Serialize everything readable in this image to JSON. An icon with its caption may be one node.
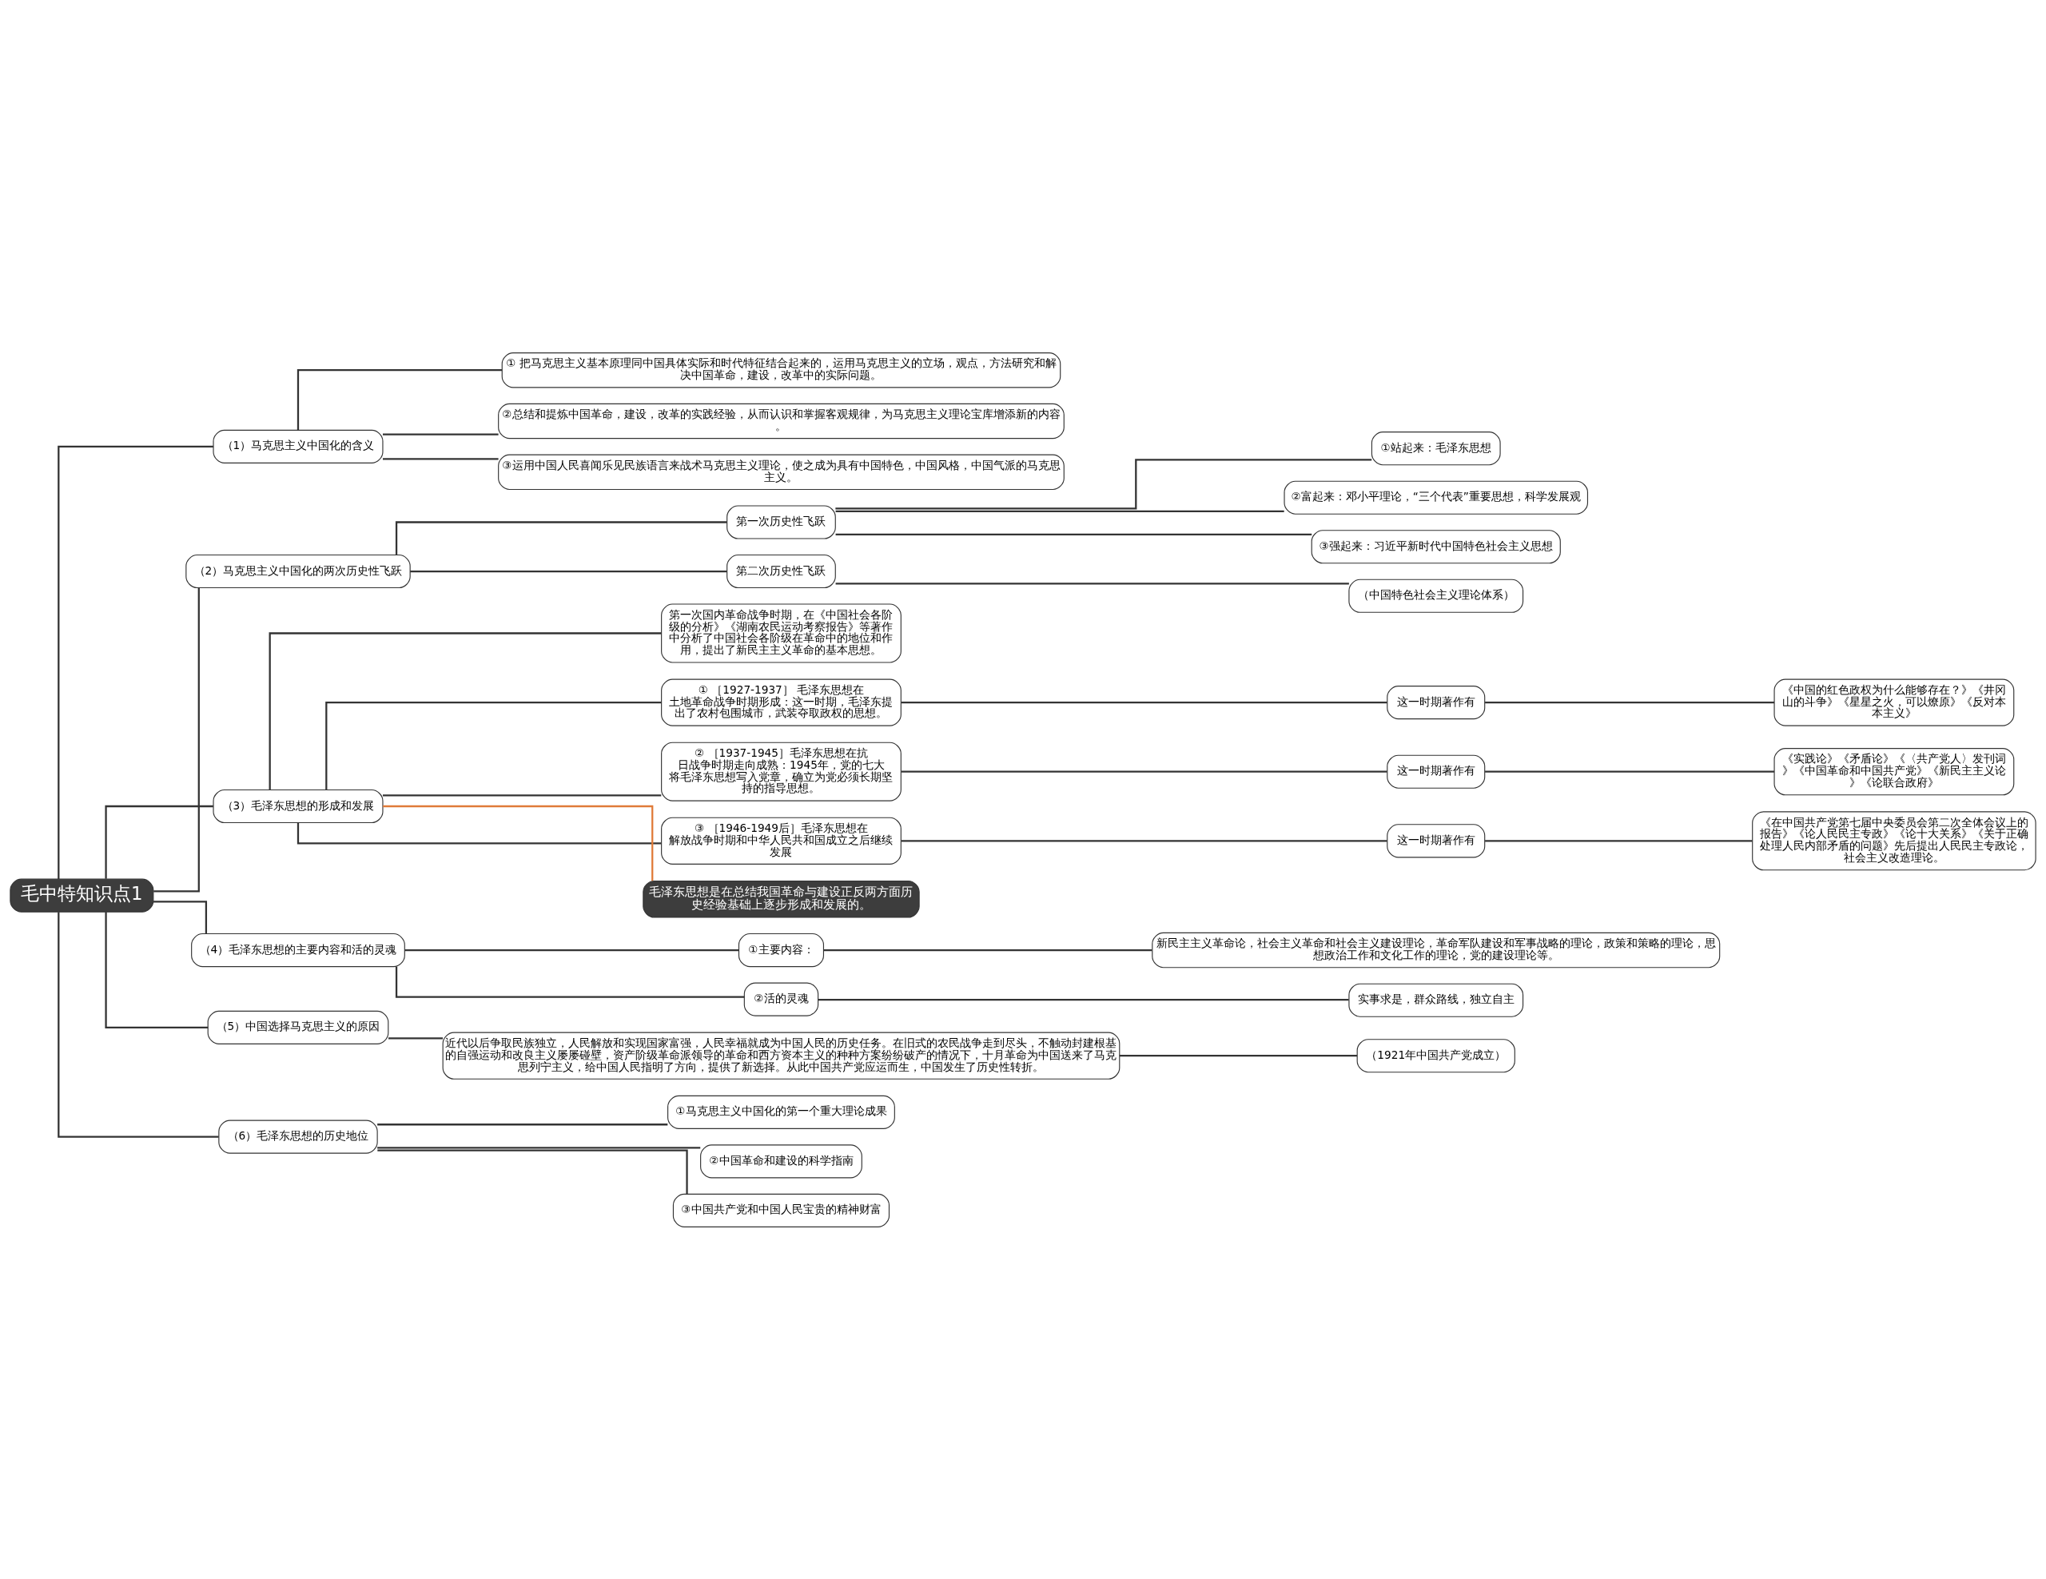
{
  "diagram": {
    "nodes": [
      {
        "text": [
          "毛中特知识点1"
        ]
      },
      {
        "text": [
          "（1）马克思主义中国化的含义"
        ]
      },
      {
        "text": [
          "① 把马克思主义基本原理同中国具体实际和时代特征结合起来的，运用马克思主义的立场，观点，方法研究和解决中国革命，建设，改革中的实际问题。"
        ]
      },
      {
        "text": [
          "②总结和提炼中国革命，建设，改革的实践经验，从而认识和掌握客观规律，为马克思主义理论宝库增添新的内容。"
        ]
      },
      {
        "text": [
          "③运用中国人民喜闻乐见民族语言来战术马克思主义理论，使之成为具有中国特色，中国风格，中国气派的马克思主义。"
        ]
      },
      {
        "text": [
          "（2）马克思主义中国化的两次历史性飞跃"
        ]
      },
      {
        "text": [
          "第一次历史性飞跃"
        ]
      },
      {
        "text": [
          "①站起来：毛泽东思想"
        ]
      },
      {
        "text": [
          "②富起来：邓小平理论，“三个代表”重要思想，科学发展观"
        ]
      },
      {
        "text": [
          "③强起来：习近平新时代中国特色社会主义思想"
        ]
      },
      {
        "text": [
          "第二次历史性飞跃"
        ]
      },
      {
        "text": [
          "（中国特色社会主义理论体系）"
        ]
      },
      {
        "text": [
          "（3）毛泽东思想的形成和发展"
        ]
      },
      {
        "text": [
          "第一次国内革命战争时期，在《中国社会各阶级的分析》《湖南农民运动考察报告》等著作中分析了中国社会各阶级在革命中的地位和作用，提出了新民主主义革命的基本思想。"
        ]
      },
      {
        "text": [
          "① ［1927-1937］ 毛泽东思想在土地革命战争时期形成：这一时期，毛泽东提出了农村包围城市，武装夺取政权的思想。"
        ]
      },
      {
        "text": [
          "这一时期著作有"
        ]
      },
      {
        "text": [
          "《中国的红色政权为什么能够存在？》《井冈山的斗争》《星星之火，可以燎原》《反对本本主义》"
        ]
      },
      {
        "text": [
          "② ［1937-1945］毛泽东思想在抗日战争时期走向成熟：1945年，党的七大将毛泽东思想写入党章，确立为党必须长期坚持的指导思想。"
        ]
      },
      {
        "text": [
          "这一时期著作有"
        ]
      },
      {
        "text": [
          "《实践论》《矛盾论》《〈共产党人〉发刊词》《中国革命和中国共产党》《新民主主义论》《论联合政府》"
        ]
      },
      {
        "text": [
          "③ ［1946-1949后］毛泽东思想在解放战争时期和中华人民共和国成立之后继续发展"
        ]
      },
      {
        "text": [
          "这一时期著作有"
        ]
      },
      {
        "text": [
          "《在中国共产党第七届中央委员会第二次全体会议上的报告》《论人民民主专政》《论十大关系》《关于正确处理人民内部矛盾的问题》先后提出人民民主专政论，社会主义改造理论。"
        ]
      },
      {
        "text": [
          "毛泽东思想是在总结我国革命与建设正反两方面历史经验基础上逐步形成和发展的。"
        ]
      },
      {
        "text": [
          "（4）毛泽东思想的主要内容和活的灵魂"
        ]
      },
      {
        "text": [
          "①主要内容："
        ]
      },
      {
        "text": [
          "新民主主义革命论，社会主义革命和社会主义建设理论，革命军队建设和军事战略的理论，政策和策略的理论，思想政治工作和文化工作的理论，党的建设理论等。"
        ]
      },
      {
        "text": [
          "②活的灵魂"
        ]
      },
      {
        "text": [
          "实事求是，群众路线，独立自主"
        ]
      },
      {
        "text": [
          "（5）中国选择马克思主义的原因"
        ]
      },
      {
        "text": [
          "近代以后争取民族独立，人民解放和实现国家富强，人民幸福就成为中国人民的历史任务。在旧式的农民战争走到尽头，不触动封建根基的自强运动和改良主义屡屡碰壁，资产阶级革命派领导的革命和西方资本主义的种种方案纷纷破产的情况下，十月革命为中国送来了马克思列宁主义，给中国人民指明了方向，提供了新选择。从此中国共产党应运而生，中国发生了历史性转折。"
        ]
      },
      {
        "text": [
          "（1921年中国共产党成立）"
        ]
      },
      {
        "text": [
          "（6）毛泽东思想的历史地位"
        ]
      },
      {
        "text": [
          "①马克思主义中国化的第一个重大理论成果"
        ]
      },
      {
        "text": [
          "②中国革命和建设的科学指南"
        ]
      },
      {
        "text": [
          "③中国共产党和中国人民宝贵的精神财富"
        ]
      }
    ],
    "edges": [
      {
        "from": 0,
        "to": 1,
        "arrow": "none"
      },
      {
        "from": 1,
        "to": 2,
        "arrow": "none"
      },
      {
        "from": 1,
        "to": 3,
        "arrow": "none"
      },
      {
        "from": 1,
        "to": 4,
        "arrow": "none"
      },
      {
        "from": 0,
        "to": 5,
        "arrow": "none"
      },
      {
        "from": 5,
        "to": 6,
        "arrow": "none"
      },
      {
        "from": 6,
        "to": 7,
        "arrow": "none"
      },
      {
        "from": 6,
        "to": 8,
        "arrow": "none"
      },
      {
        "from": 6,
        "to": 9,
        "arrow": "none"
      },
      {
        "from": 5,
        "to": 10,
        "arrow": "none"
      },
      {
        "from": 10,
        "to": 11,
        "arrow": "none"
      },
      {
        "from": 0,
        "to": 12,
        "arrow": "none"
      },
      {
        "from": 12,
        "to": 13,
        "arrow": "none"
      },
      {
        "from": 12,
        "to": 14,
        "arrow": "none"
      },
      {
        "from": 14,
        "to": 15,
        "arrow": "none"
      },
      {
        "from": 15,
        "to": 16,
        "arrow": "none"
      },
      {
        "from": 12,
        "to": 17,
        "arrow": "none"
      },
      {
        "from": 17,
        "to": 18,
        "arrow": "none"
      },
      {
        "from": 18,
        "to": 19,
        "arrow": "none"
      },
      {
        "from": 12,
        "to": 20,
        "arrow": "none"
      },
      {
        "from": 20,
        "to": 21,
        "arrow": "none"
      },
      {
        "from": 21,
        "to": 22,
        "arrow": "none"
      },
      {
        "from": 12,
        "to": 23,
        "arrow": "none",
        "color": "#e07b39"
      },
      {
        "from": 0,
        "to": 24,
        "arrow": "none"
      },
      {
        "from": 24,
        "to": 25,
        "arrow": "none"
      },
      {
        "from": 25,
        "to": 26,
        "arrow": "none"
      },
      {
        "from": 24,
        "to": 27,
        "arrow": "none"
      },
      {
        "from": 27,
        "to": 28,
        "arrow": "none"
      },
      {
        "from": 0,
        "to": 29,
        "arrow": "none"
      },
      {
        "from": 29,
        "to": 30,
        "arrow": "none"
      },
      {
        "from": 30,
        "to": 31,
        "arrow": "none"
      },
      {
        "from": 0,
        "to": 32,
        "arrow": "none"
      },
      {
        "from": 32,
        "to": 33,
        "arrow": "none"
      },
      {
        "from": 32,
        "to": 34,
        "arrow": "none"
      },
      {
        "from": 32,
        "to": 35,
        "arrow": "none"
      }
    ]
  }
}
